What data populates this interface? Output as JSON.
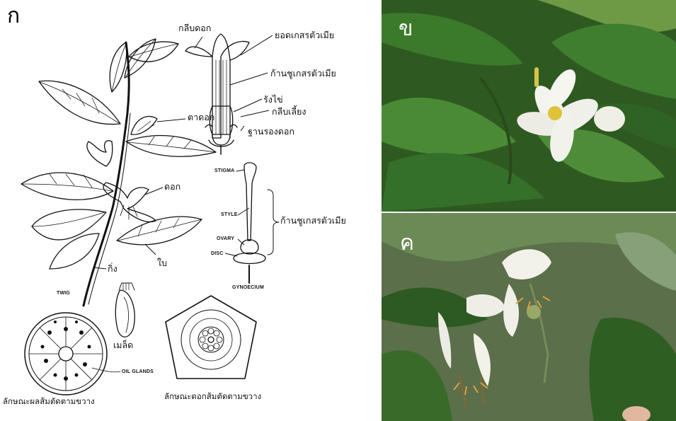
{
  "panels": {
    "a": "ก",
    "b": "ข",
    "c": "ค"
  },
  "labels": {
    "petal": "กลีบดอก",
    "stigma_th": "ยอดเกสรตัวเมีย",
    "pistil_stalk": "ก้านชูเกสรตัวเมีย",
    "ovary_th": "รังไข่",
    "sepal": "กลีบเลี้ยง",
    "receptacle": "ฐานรองดอก",
    "bud": "ตาดอก",
    "flower": "ดอก",
    "leaf": "ใบ",
    "branch": "กิ่ง",
    "seed": "เมล็ด",
    "twig": "TWIG",
    "stigma_en": "STIGMA",
    "style_en": "STYLE",
    "ovary_en": "OVARY",
    "disc": "DISC",
    "gynoecium": "GYNOECIUM",
    "style_th": "ก้านชูเกสรตัวเมีย",
    "oil_glands": "OIL GLANDS",
    "fruit_cross": "ลักษณะผลส้มตัดตามขวาง",
    "flower_cross": "ลักษณะดอกส้มตัดตามขวาง"
  },
  "colors": {
    "ink": "#111111",
    "leaf_dark": "#1f4a1a",
    "leaf_light": "#3f7a2c",
    "petal_white": "#f4f4ee",
    "anther_yellow": "#e0c23a"
  }
}
